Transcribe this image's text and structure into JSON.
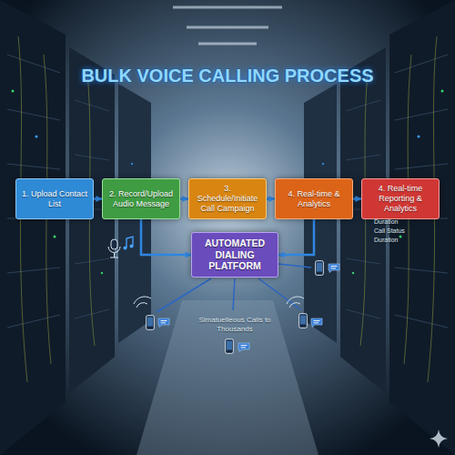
{
  "diagram": {
    "title": "BULK VOICE CALLING PROCESS",
    "nodes": [
      {
        "text": [
          "1. Upload Contact List"
        ]
      },
      {
        "text": [
          "2. Record/Upload Audio Message"
        ]
      },
      {
        "text": [
          "3. Schedule/Initiate Call Campaign"
        ]
      },
      {
        "text": [
          "4. Real-time & Analytics"
        ]
      },
      {
        "text": [
          "4. Real-time Reporting & Analytics"
        ]
      },
      {
        "text": [
          "AUTOMATED DIALING PLATFORM"
        ]
      }
    ],
    "edges": [
      {
        "from": 0,
        "to": 1,
        "arrow": "to"
      },
      {
        "from": 1,
        "to": 2,
        "arrow": "to"
      },
      {
        "from": 2,
        "to": 3,
        "arrow": "to"
      },
      {
        "from": 3,
        "to": 4,
        "arrow": "to"
      },
      {
        "from": 1,
        "to": 5,
        "arrow": "to"
      },
      {
        "from": 3,
        "to": 5,
        "arrow": "to"
      }
    ],
    "labels": [
      "Simatuelleous Calls to Thousands",
      "Duration",
      "Call Status",
      "Duration"
    ]
  }
}
